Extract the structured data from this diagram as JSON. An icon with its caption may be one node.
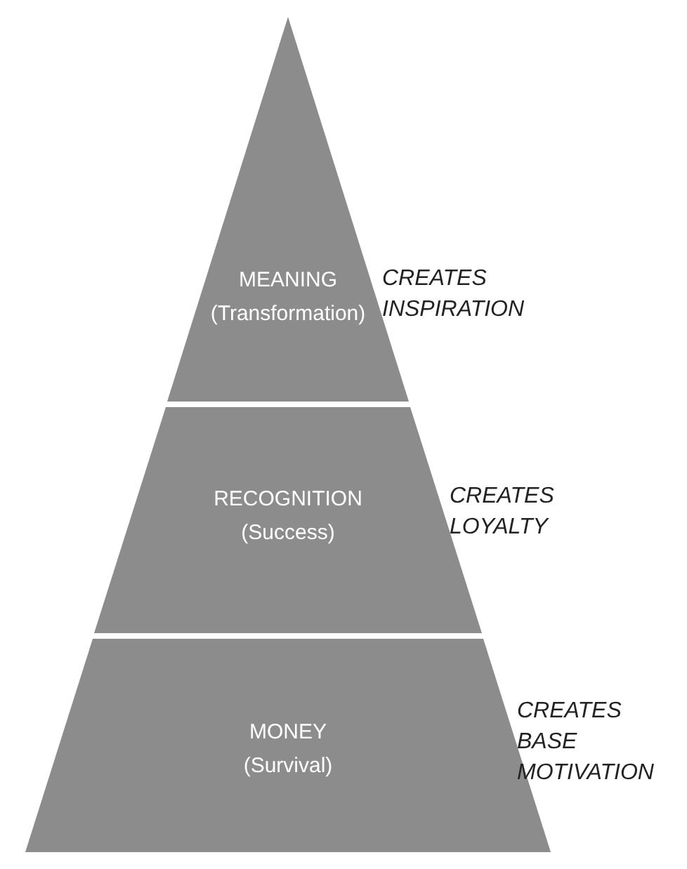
{
  "diagram": {
    "nodes": [
      {
        "text": [
          "MEANING",
          "(Transformation)"
        ],
        "beside": [
          "CREATES INSPIRATION"
        ]
      },
      {
        "text": [
          "RECOGNITION",
          "(Success)"
        ],
        "beside": [
          "CREATES LOYALTY"
        ]
      },
      {
        "text": [
          "MONEY",
          "(Survival)"
        ],
        "beside": [
          "CREATES BASE MOTIVATION"
        ]
      }
    ]
  }
}
